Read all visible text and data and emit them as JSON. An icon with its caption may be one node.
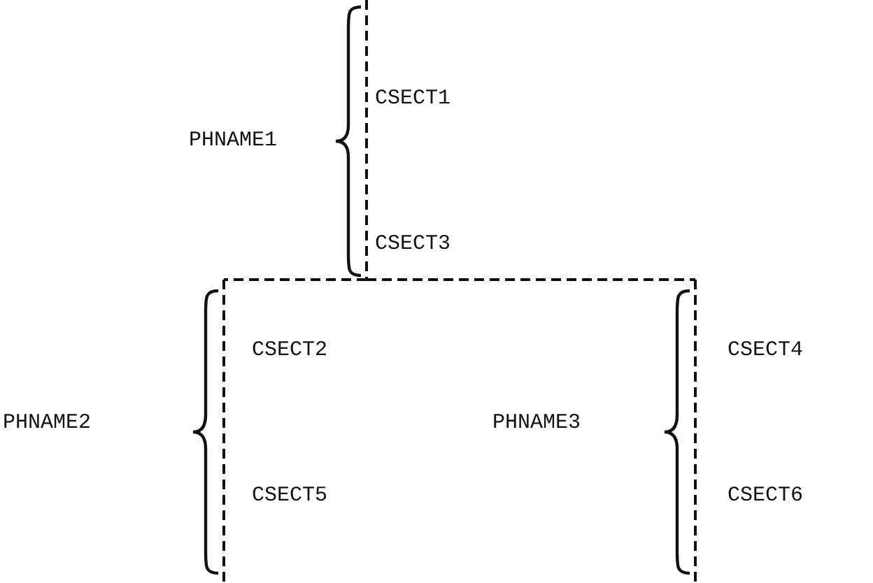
{
  "diagram": {
    "nodes": [
      {
        "text": [
          "PHNAME1",
          "CSECT1",
          "CSECT3"
        ]
      },
      {
        "text": [
          "PHNAME2",
          "CSECT2",
          "CSECT5"
        ]
      },
      {
        "text": [
          "PHNAME3",
          "CSECT4",
          "CSECT6"
        ]
      }
    ],
    "edges": [
      {
        "from": 0,
        "to": 1,
        "arrow": "none",
        "style": "dashed"
      },
      {
        "from": 0,
        "to": 2,
        "arrow": "none",
        "style": "dashed"
      }
    ]
  }
}
